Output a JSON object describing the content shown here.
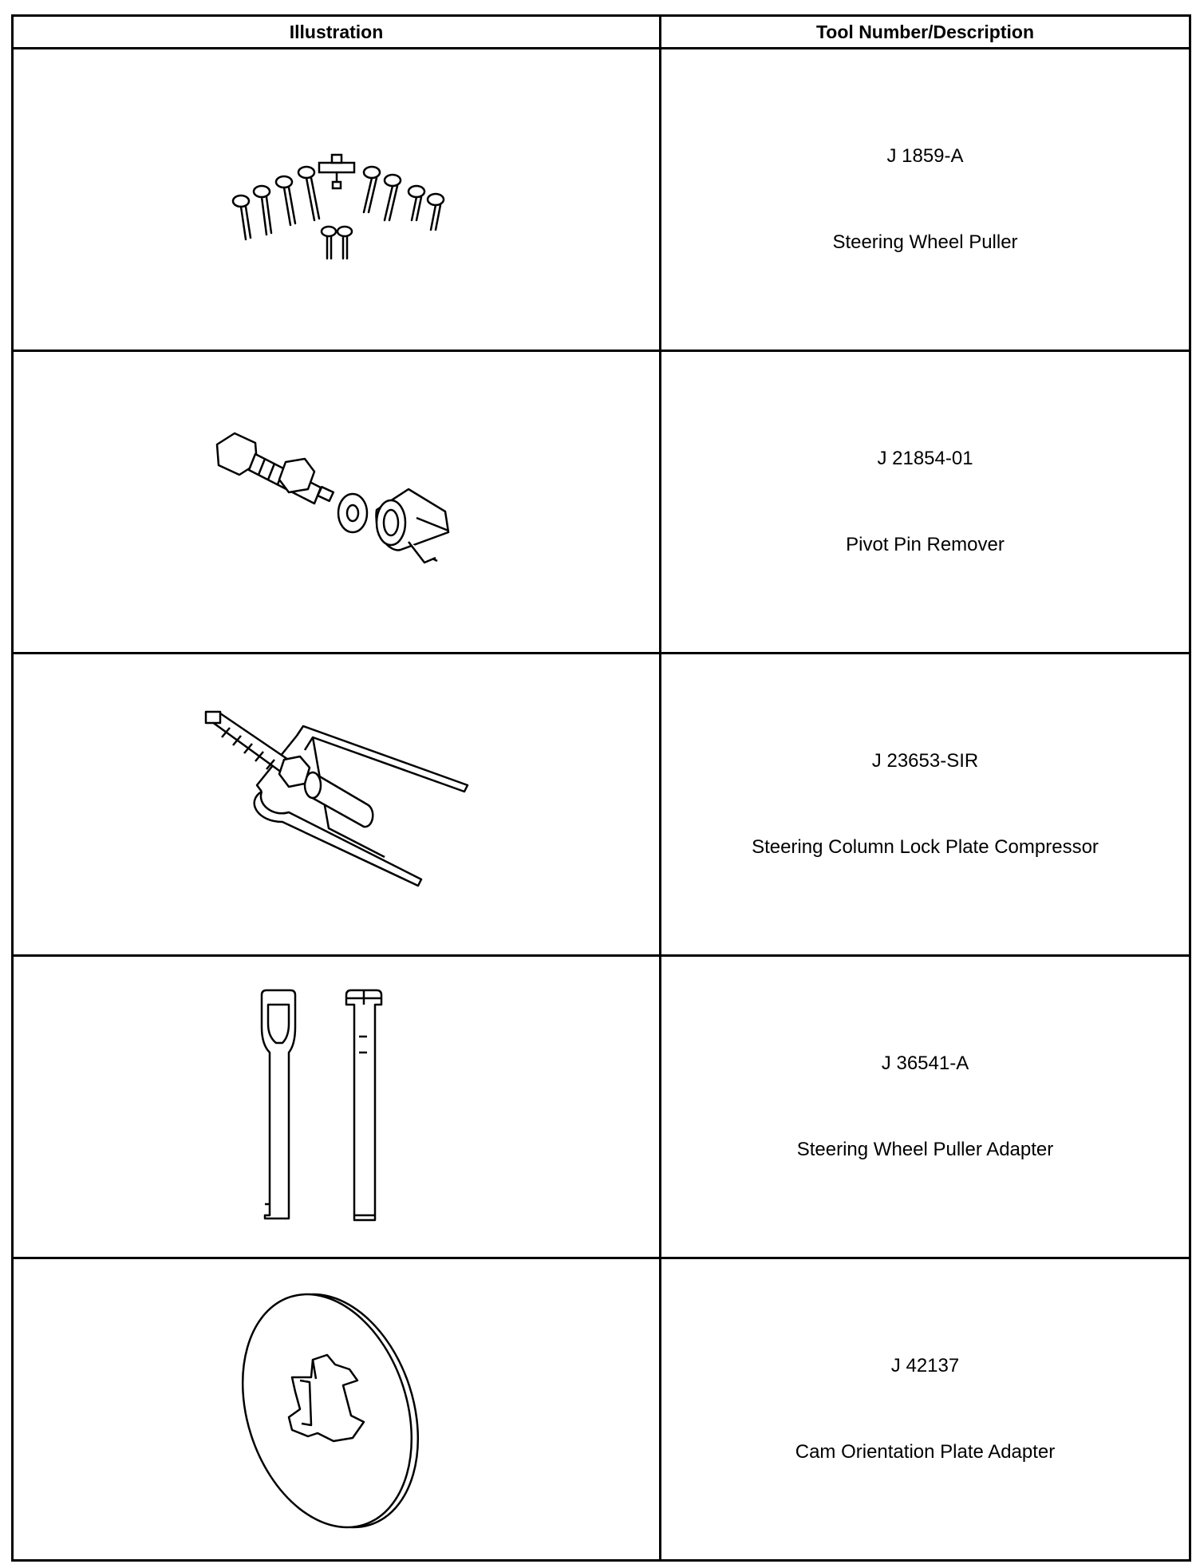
{
  "table": {
    "headers": {
      "illustration": "Illustration",
      "description": "Tool Number/Description"
    },
    "rows": [
      {
        "illustration_icon": "steering-wheel-puller-icon",
        "number": "J 1859-A",
        "description": "Steering Wheel Puller"
      },
      {
        "illustration_icon": "pivot-pin-remover-icon",
        "number": "J 21854-01",
        "description": "Pivot Pin Remover"
      },
      {
        "illustration_icon": "lock-plate-compressor-icon",
        "number": "J 23653-SIR",
        "description": "Steering Column Lock Plate Compressor"
      },
      {
        "illustration_icon": "puller-adapter-icon",
        "number": "J 36541-A",
        "description": "Steering Wheel Puller Adapter"
      },
      {
        "illustration_icon": "cam-plate-adapter-icon",
        "number": "J 42137",
        "description": "Cam Orientation Plate Adapter"
      }
    ]
  }
}
